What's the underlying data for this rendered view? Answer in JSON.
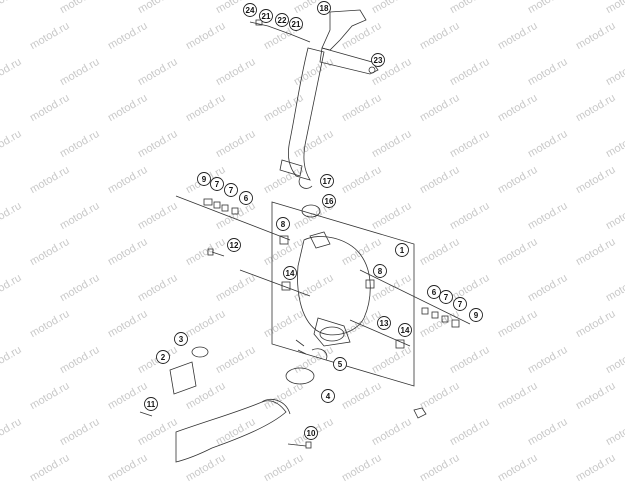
{
  "watermark_text": "motod.ru",
  "callouts": [
    {
      "label": "24"
    },
    {
      "label": "21"
    },
    {
      "label": "22"
    },
    {
      "label": "21"
    },
    {
      "label": "18"
    },
    {
      "label": "23"
    },
    {
      "label": "17"
    },
    {
      "label": "16"
    },
    {
      "label": "9"
    },
    {
      "label": "7"
    },
    {
      "label": "7"
    },
    {
      "label": "6"
    },
    {
      "label": "8"
    },
    {
      "label": "12"
    },
    {
      "label": "1"
    },
    {
      "label": "8"
    },
    {
      "label": "14"
    },
    {
      "label": "6"
    },
    {
      "label": "7"
    },
    {
      "label": "7"
    },
    {
      "label": "9"
    },
    {
      "label": "13"
    },
    {
      "label": "14"
    },
    {
      "label": "3"
    },
    {
      "label": "2"
    },
    {
      "label": "5"
    },
    {
      "label": "4"
    },
    {
      "label": "11"
    },
    {
      "label": "10"
    }
  ]
}
